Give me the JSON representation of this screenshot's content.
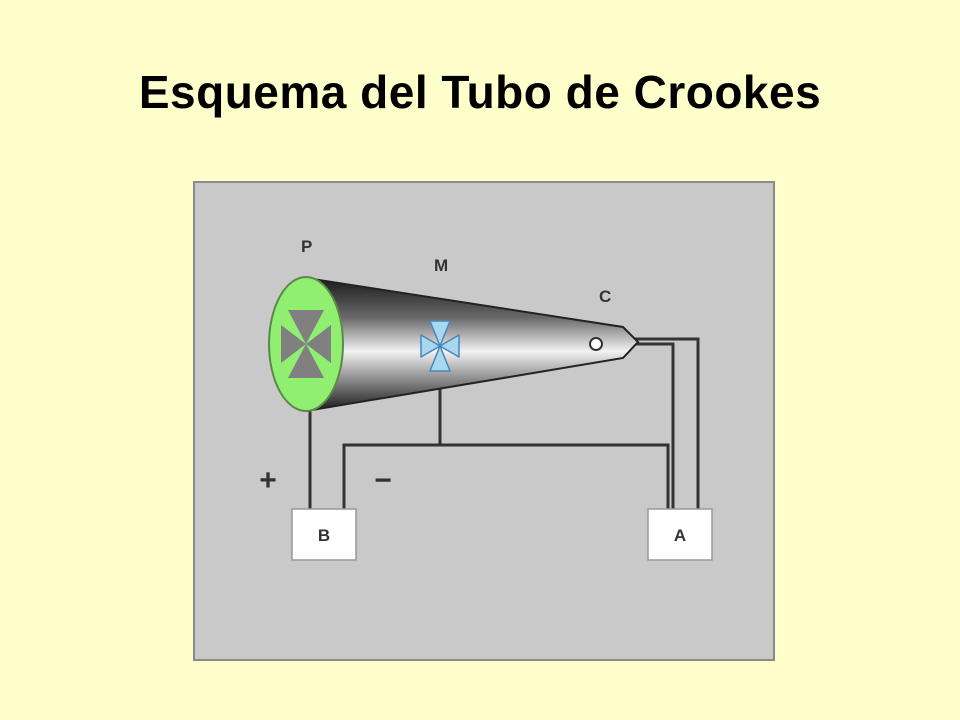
{
  "slide": {
    "title": "Esquema del Tubo de Crookes"
  },
  "diagram": {
    "labels": {
      "screen": "P",
      "cross": "M",
      "cathode": "C",
      "battery": "B",
      "ammeter": "A",
      "plus": "+",
      "minus": "−"
    },
    "colors": {
      "background": "#ffffcc",
      "panel": "#c9c9c9",
      "screen_fill": "#90ee70",
      "cross_shadow": "#808080",
      "maltese_cross": "#a8d8f0",
      "wire": "#333333",
      "box": "#ffffff"
    }
  }
}
